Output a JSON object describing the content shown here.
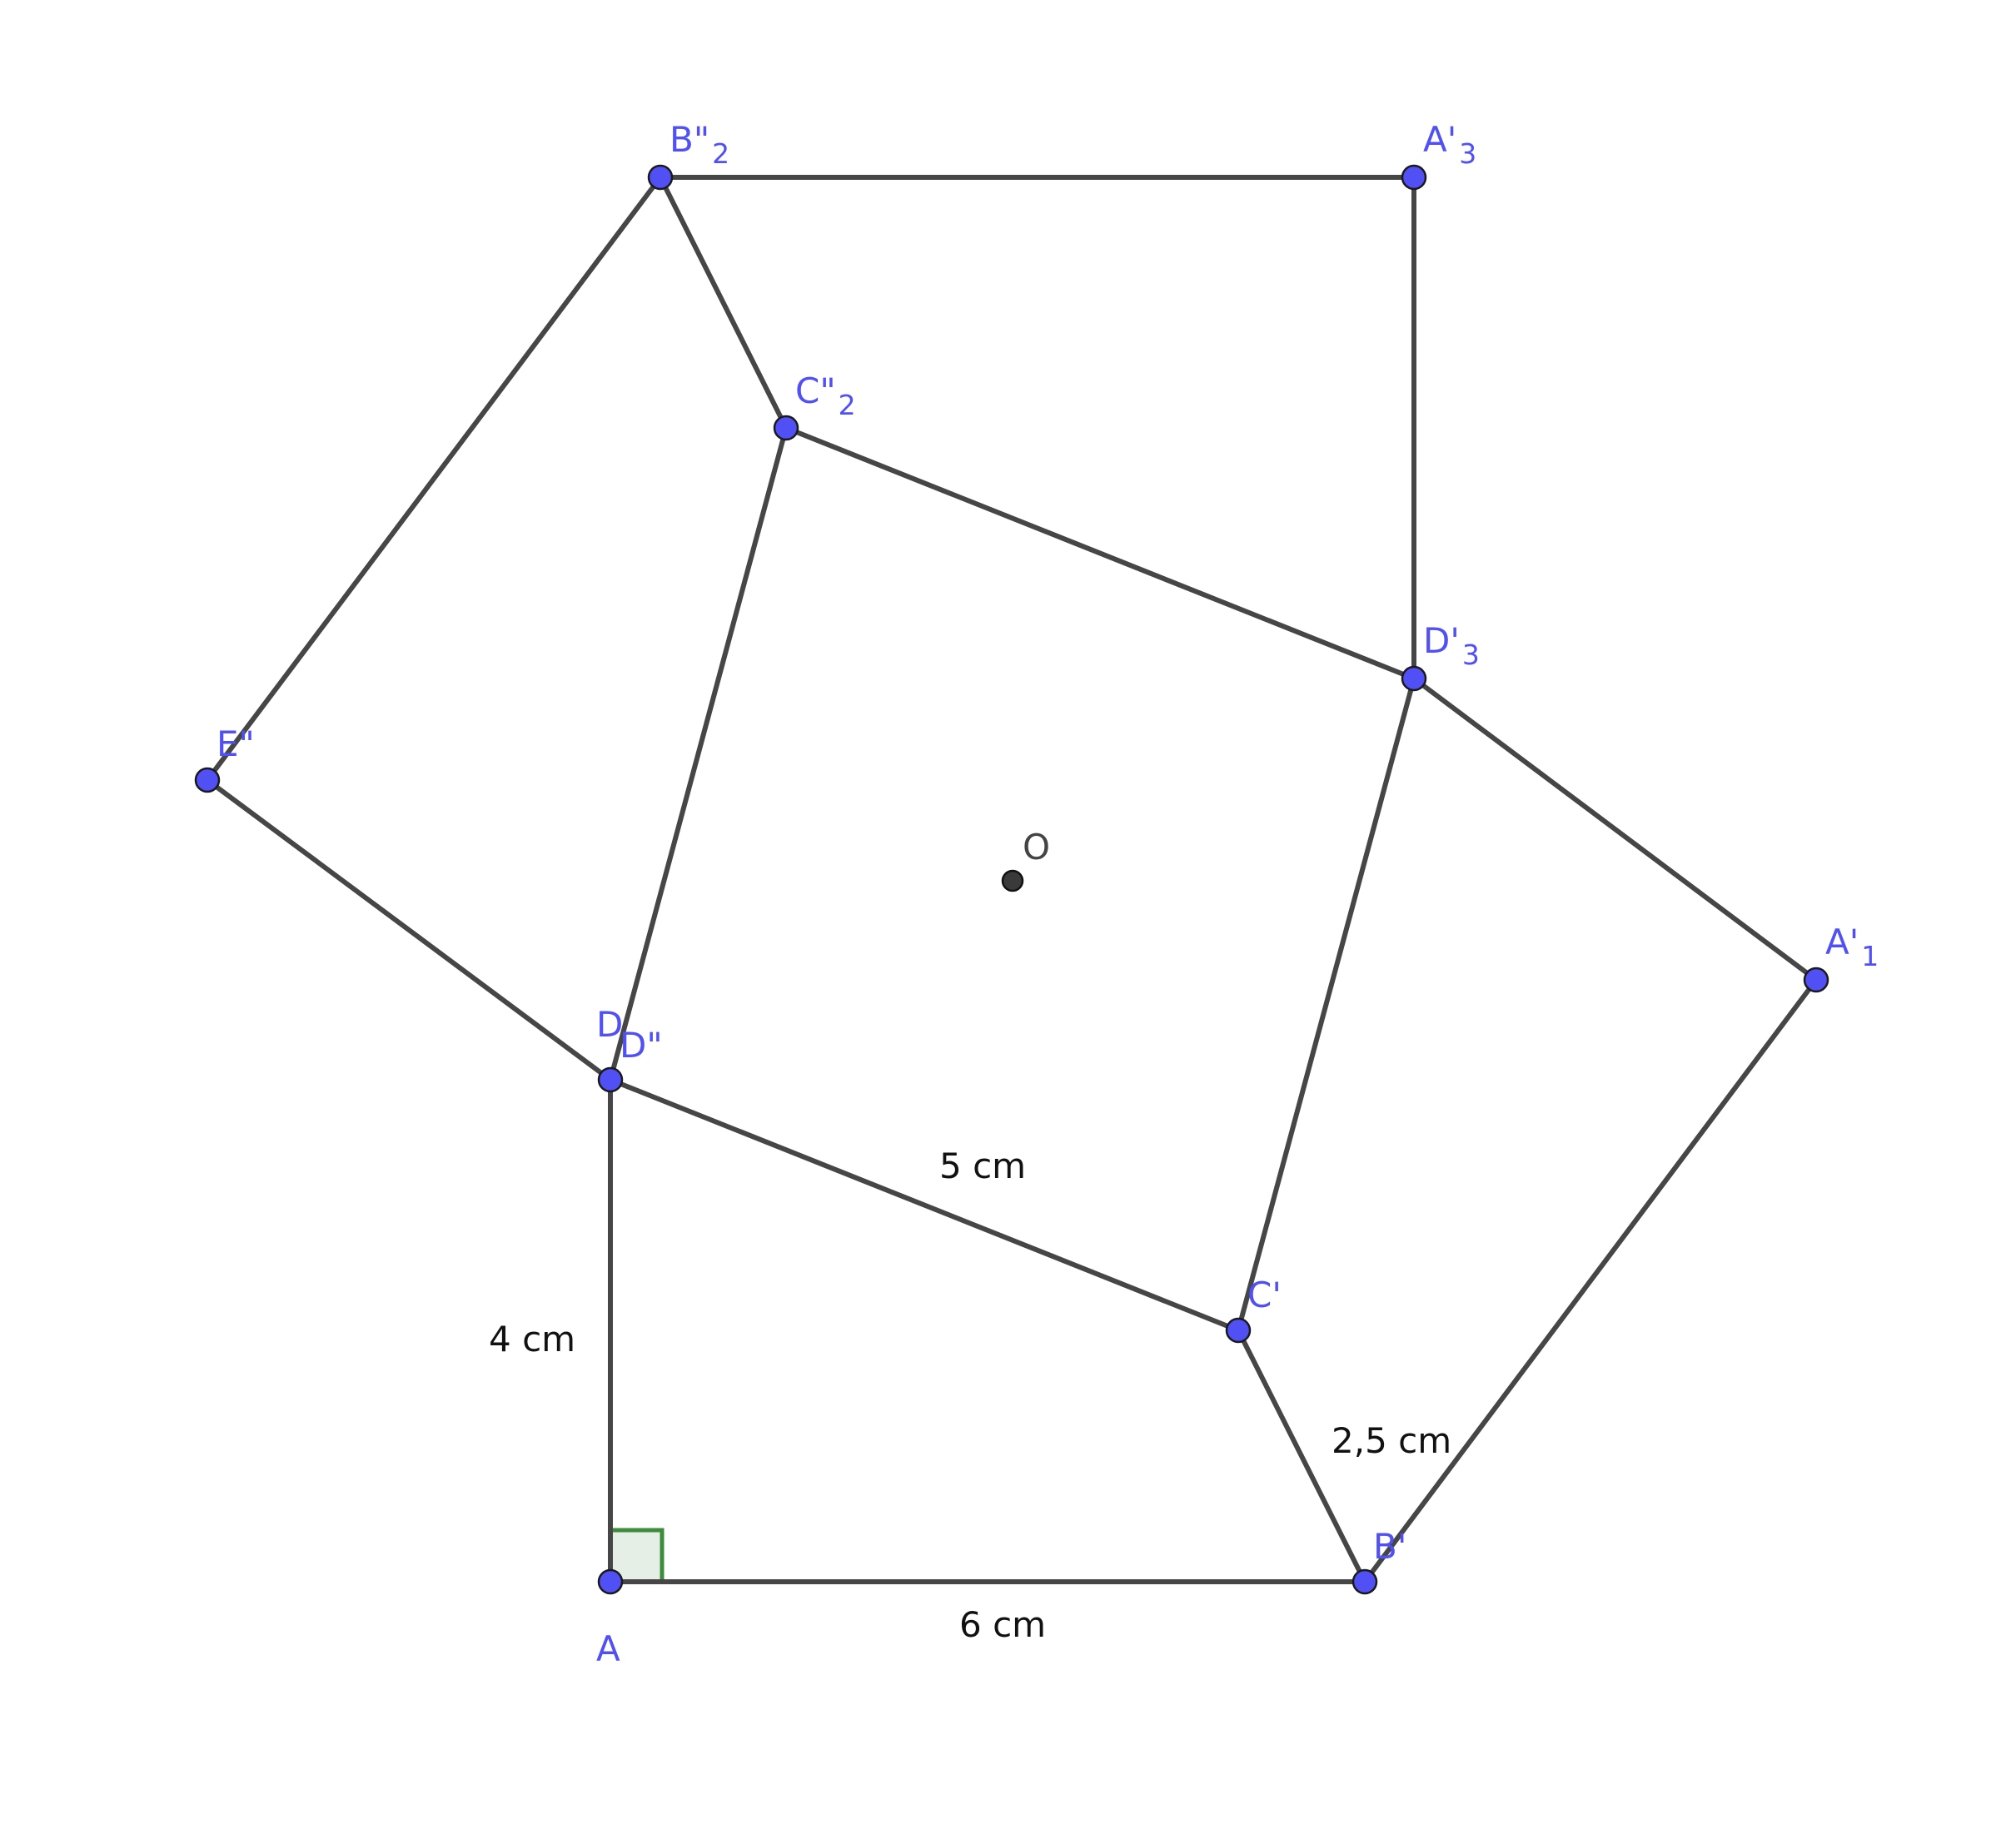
{
  "points": [
    {
      "id": "A",
      "label": "A",
      "sub": ""
    },
    {
      "id": "Bp",
      "label": "B'",
      "sub": ""
    },
    {
      "id": "Cp",
      "label": "C'",
      "sub": ""
    },
    {
      "id": "Dpp",
      "label": "D",
      "sub": ""
    },
    {
      "id": "Dpp2",
      "label": "D\"",
      "sub": ""
    },
    {
      "id": "Epp",
      "label": "E\"",
      "sub": ""
    },
    {
      "id": "Bpp2",
      "label": "B\"",
      "sub": "2"
    },
    {
      "id": "Cpp2",
      "label": "C\"",
      "sub": "2"
    },
    {
      "id": "Ap3",
      "label": "A'",
      "sub": "3"
    },
    {
      "id": "Dp3",
      "label": "D'",
      "sub": "3"
    },
    {
      "id": "Ap1",
      "label": "A'",
      "sub": "1"
    },
    {
      "id": "O",
      "label": "O",
      "sub": ""
    }
  ],
  "measurements": {
    "ab": "6 cm",
    "ad": "4 cm",
    "dc": "5 cm",
    "cb": "2,5 cm"
  },
  "colors": {
    "point_fill": "#5050f5",
    "segment": "#464646",
    "right_angle": "#3c8c3c"
  }
}
